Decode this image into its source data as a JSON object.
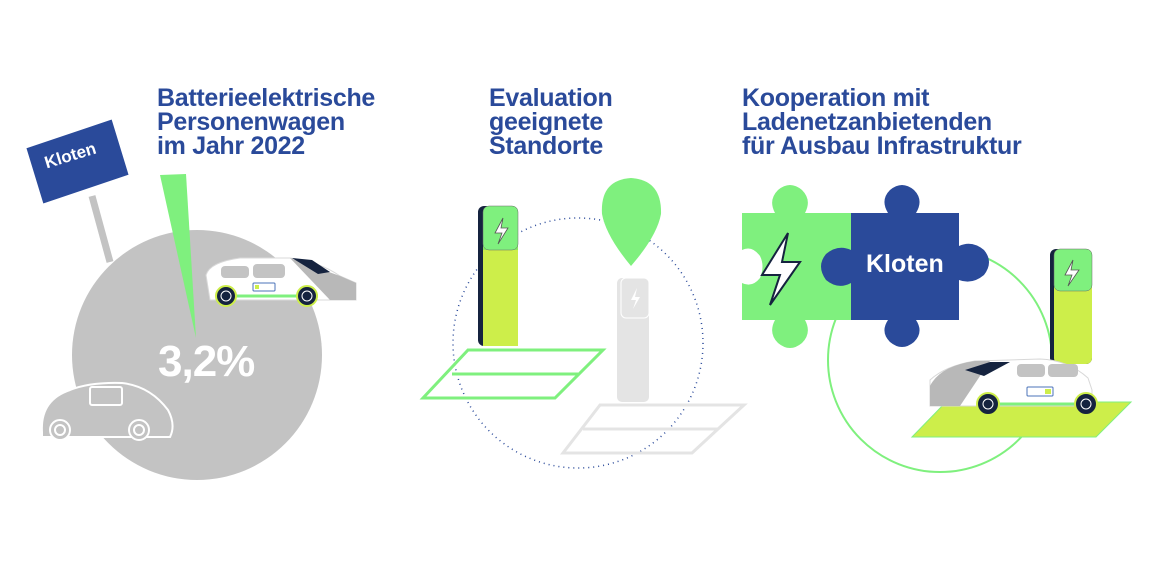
{
  "panels": [
    {
      "title_lines": [
        "Batterieelektrische",
        "Personenwagen",
        "im Jahr 2022"
      ],
      "value": "3,2%",
      "sign_label": "Kloten"
    },
    {
      "title_lines": [
        "Evaluation",
        "geeignete",
        "Standorte"
      ]
    },
    {
      "title_lines": [
        "Kooperation mit",
        "Ladenetzanbietenden",
        "für Ausbau Infrastruktur"
      ],
      "puzzle_label": "Kloten"
    }
  ],
  "colors": {
    "brand_blue": "#2a4a9a",
    "green": "#7ff07e",
    "lime": "#cdee4a",
    "gray": "#c3c3c3",
    "navy": "#15233f"
  }
}
